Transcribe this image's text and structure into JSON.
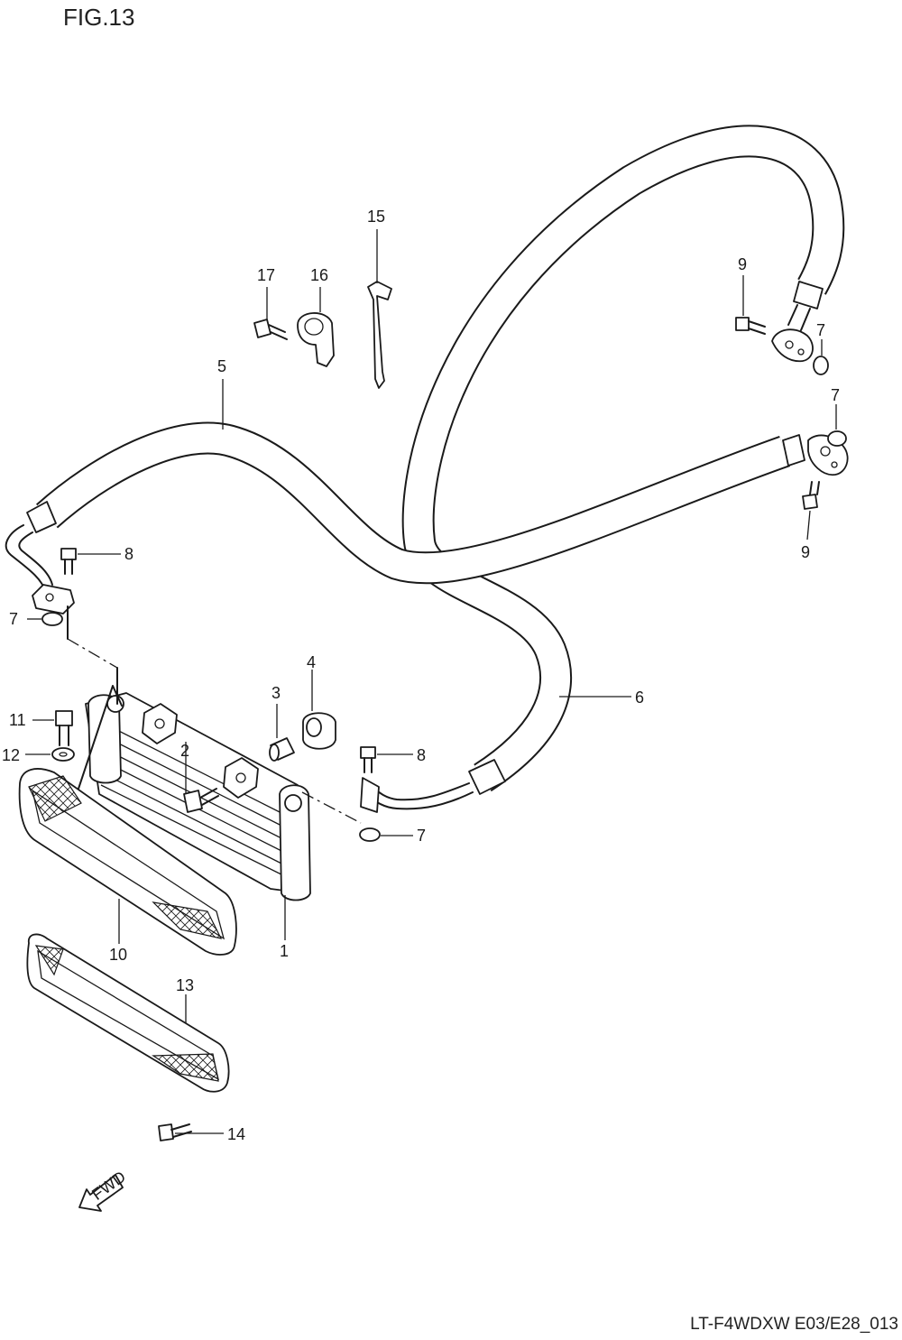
{
  "figure": {
    "title": "FIG.13",
    "code": "LT-F4WDXW E03/E28_013"
  },
  "fwd_label": "FWD",
  "callouts": [
    {
      "id": "c1",
      "label": "1"
    },
    {
      "id": "c2",
      "label": "2"
    },
    {
      "id": "c3",
      "label": "3"
    },
    {
      "id": "c4",
      "label": "4"
    },
    {
      "id": "c5",
      "label": "5"
    },
    {
      "id": "c6",
      "label": "6"
    },
    {
      "id": "c7a",
      "label": "7"
    },
    {
      "id": "c7b",
      "label": "7"
    },
    {
      "id": "c7c",
      "label": "7"
    },
    {
      "id": "c7d",
      "label": "7"
    },
    {
      "id": "c8a",
      "label": "8"
    },
    {
      "id": "c8b",
      "label": "8"
    },
    {
      "id": "c9a",
      "label": "9"
    },
    {
      "id": "c9b",
      "label": "9"
    },
    {
      "id": "c10",
      "label": "10"
    },
    {
      "id": "c11",
      "label": "11"
    },
    {
      "id": "c12",
      "label": "12"
    },
    {
      "id": "c13",
      "label": "13"
    },
    {
      "id": "c14",
      "label": "14"
    },
    {
      "id": "c15",
      "label": "15"
    },
    {
      "id": "c16",
      "label": "16"
    },
    {
      "id": "c17",
      "label": "17"
    }
  ]
}
